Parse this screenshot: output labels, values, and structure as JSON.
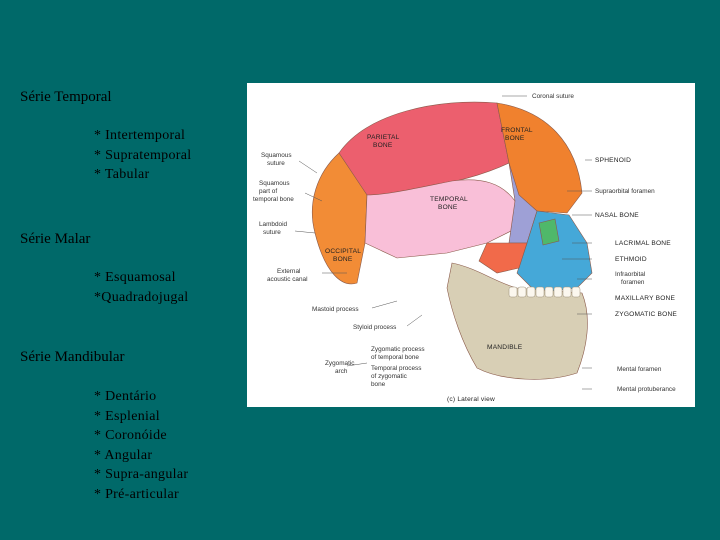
{
  "sections": [
    {
      "title": "Série Temporal",
      "items": [
        "* Intertemporal",
        "* Supratemporal",
        "* Tabular"
      ]
    },
    {
      "title": "Série Malar",
      "items": [
        "* Esquamosal",
        "*Quadradojugal"
      ]
    },
    {
      "title": "Série Mandibular",
      "items": [
        "* Dentário",
        "* Esplenial",
        "* Coronóide",
        "* Angular",
        "* Supra-angular",
        "* Pré-articular"
      ]
    }
  ],
  "figure": {
    "caption": "(c) Lateral view",
    "labels": {
      "coronal_suture": "Coronal suture",
      "parietal_bone_1": "PARIETAL",
      "parietal_bone_2": "BONE",
      "frontal_bone_1": "FRONTAL",
      "frontal_bone_2": "BONE",
      "sphenoid": "SPHENOID",
      "squamous_suture_1": "Squamous",
      "squamous_suture_2": "suture",
      "squamous_part_1": "Squamous",
      "squamous_part_2": "part of",
      "squamous_part_3": "temporal bone",
      "temporal_bone_1": "TEMPORAL",
      "temporal_bone_2": "BONE",
      "supraorbital_foramen": "Supraorbital foramen",
      "nasal_bone": "NASAL BONE",
      "lambdoid_suture_1": "Lambdoid",
      "lambdoid_suture_2": "suture",
      "occipital_bone_1": "OCCIPITAL",
      "occipital_bone_2": "BONE",
      "lacrimal_bone": "LACRIMAL BONE",
      "ethmoid": "ETHMOID",
      "external_acoustic_canal_1": "External",
      "external_acoustic_canal_2": "acoustic canal",
      "infraorbital_foramen_1": "Infraorbital",
      "infraorbital_foramen_2": "foramen",
      "maxillary_bone": "MAXILLARY BONE",
      "mastoid_process": "Mastoid process",
      "zygomatic_bone": "ZYGOMATIC BONE",
      "styloid_process": "Styloid process",
      "mandible": "MANDIBLE",
      "zygomatic_process_1": "Zygomatic process",
      "zygomatic_process_2": "of temporal bone",
      "zygomatic_arch_1": "Zygomatic",
      "zygomatic_arch_2": "arch",
      "temporal_process_1": "Temporal process",
      "temporal_process_2": "of zygomatic",
      "temporal_process_3": "bone",
      "mental_foramen": "Mental foramen",
      "mental_protuberance": "Mental protuberance"
    },
    "colors": {
      "parietal": "#ec5f6e",
      "frontal": "#f0812e",
      "temporal": "#f9bfd8",
      "occipital": "#f28c36",
      "sphenoid": "#9ea0d6",
      "maxillary": "#45a8d8",
      "zygomatic": "#f16a4a",
      "mandible": "#d8cfb5",
      "ethmoid": "#4fb86a",
      "background": "#006969"
    }
  }
}
